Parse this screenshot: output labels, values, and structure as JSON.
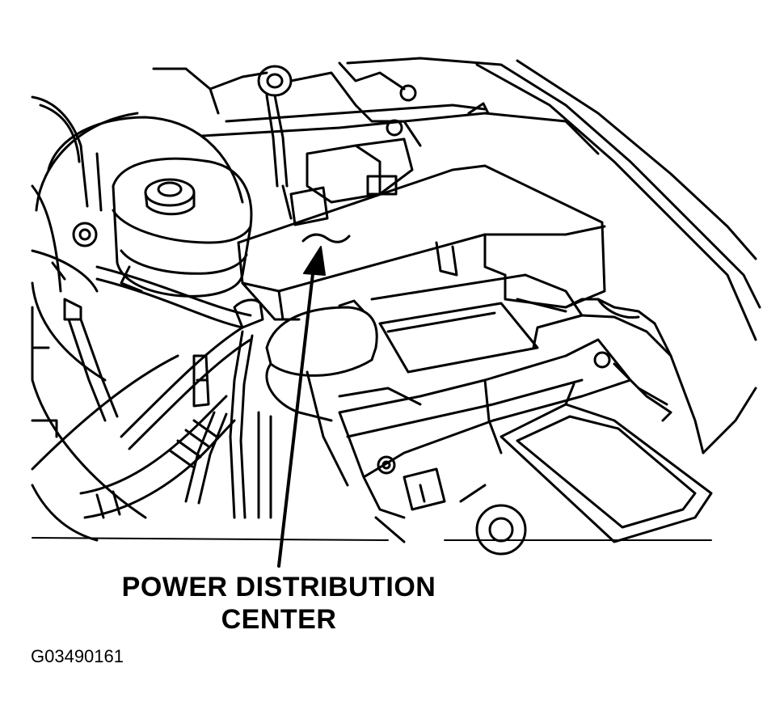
{
  "callout": {
    "line1": "POWER DISTRIBUTION",
    "line2": "CENTER"
  },
  "figure_id": "G03490161",
  "colors": {
    "line": "#000000",
    "background": "#ffffff"
  }
}
